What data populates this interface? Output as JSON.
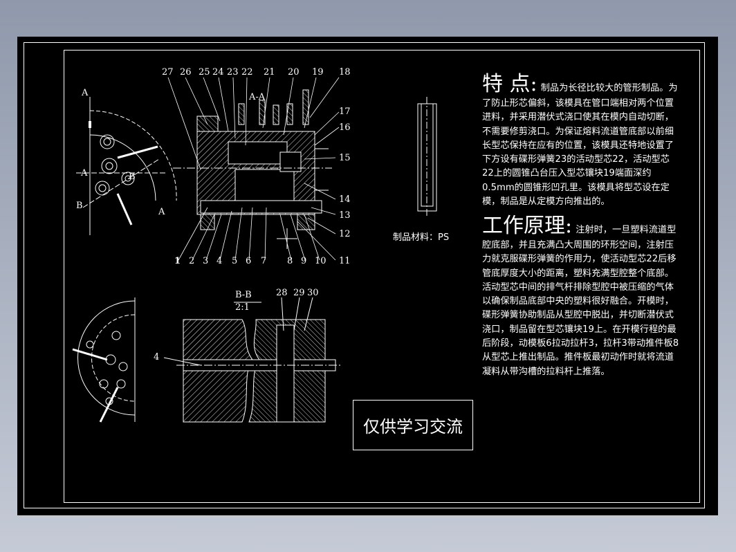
{
  "features": {
    "heading": "特    点:",
    "paragraph": "制品为长径比较大的管形制品。为了防止形芯偏斜，该模具在管口端相对两个位置进料，并采用潜伏式浇口使其在模内自动切断，不需要修剪浇口。为保证熔料流道管底部以前细长型芯保持在应有的位置，该模具还特地设置了下方设有碟形弹簧23的活动型芯22，活动型芯22上的圆锥凸台压入型芯镶块19端面深约0.5mm的圆锥形凹孔里。该模具将型芯设在定模，制品是从定模方向推出的。"
  },
  "principle": {
    "heading": "工作原理:",
    "paragraph": "注射时，一旦塑料流道型腔底部，并且充满凸大周围的环形空间，注射压力就克服碟形弹簧的作用力，使活动型芯22后移管底厚度大小的距离，塑料充满型腔整个底部。活动型芯中间的排气杆排除型腔中被压缩的气体以确保制品底部中央的塑料很好融合。开模时，碟形弹簧协助制品从型腔中脱出，并切断潜伏式浇口，制品留在型芯镶块19上。在开模行程的最后阶段，动模板6拉动拉杆3，拉杆3带动推件板8从型芯上推出制品。推件板最初动作时就将流道凝料从带沟槽的拉料杆上推落。"
  },
  "material_label": "制品材料：PS",
  "watermark": "仅供学习交流",
  "section_labels": {
    "aa_top": "A-A",
    "bb": "B-B",
    "bb_scale": "2:1",
    "a_left": "A",
    "a_mid": "A",
    "a_right": "A",
    "b_left": "B",
    "b_right": "B"
  },
  "callouts_top": [
    "27",
    "26",
    "25",
    "24",
    "23",
    "22",
    "21",
    "20",
    "19",
    "18"
  ],
  "callouts_right": [
    "17",
    "16",
    "15",
    "14",
    "13",
    "12",
    "11"
  ],
  "callouts_bottom": [
    "1",
    "2",
    "3",
    "4",
    "5",
    "6",
    "7",
    "8",
    "9",
    "10"
  ],
  "callouts_detail": [
    "28",
    "29",
    "30",
    "4"
  ]
}
